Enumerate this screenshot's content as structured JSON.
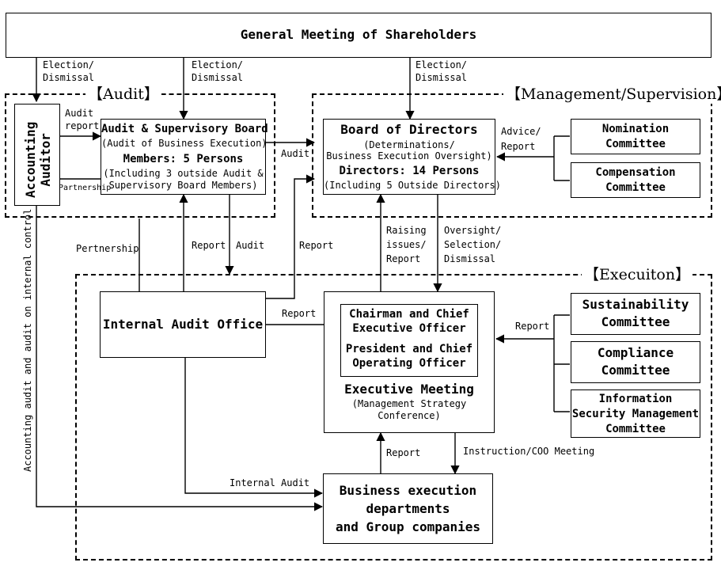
{
  "shareholders": "General Meeting of Shareholders",
  "sections": {
    "audit": "【Audit】",
    "management": "【Management/Supervision】",
    "execution": "【Execuiton】"
  },
  "accounting_auditor": {
    "line1": "Accounting",
    "line2": "Auditor"
  },
  "asb": {
    "title": "Audit & Supervisory Board",
    "sub": "(Audit of Business Execution)",
    "members": "Members: 5 Persons",
    "note1": "(Including 3 outside Audit &",
    "note2": "Supervisory Board Members)"
  },
  "bod": {
    "title": "Board of Directors",
    "sub1": "(Determinations/",
    "sub2": "Business Execution Oversight)",
    "directors": "Directors: 14 Persons",
    "note": "(Including 5 Outside Directors)"
  },
  "nomination": {
    "line1": "Nomination",
    "line2": "Committee"
  },
  "compensation": {
    "line1": "Compensation",
    "line2": "Committee"
  },
  "internal_audit_office": "Internal Audit Office",
  "executives": {
    "ceo1": "Chairman and Chief",
    "ceo2": "Executive Officer",
    "coo1": "President and Chief",
    "coo2": "Operating Officer"
  },
  "exec_meeting": {
    "title": "Executive Meeting",
    "sub1": "(Management Strategy",
    "sub2": "Conference)"
  },
  "sustainability": {
    "line1": "Sustainability",
    "line2": "Committee"
  },
  "compliance": {
    "line1": "Compliance",
    "line2": "Committee"
  },
  "infosec": {
    "line1": "Information",
    "line2": "Security Management",
    "line3": "Committee"
  },
  "business": {
    "line1": "Business execution",
    "line2": "departments",
    "line3": "and Group companies"
  },
  "labels": {
    "election1": "Election/",
    "dismissal": "Dismissal",
    "audit_report1": "Audit",
    "audit_report2": "report",
    "partnership_small": "Partnership",
    "audit": "Audit",
    "advice1": "Advice/",
    "advice2": "Report",
    "partnership": "Pertnership",
    "report": "Report",
    "raising1": "Raising",
    "raising2": "issues/",
    "raising3": "Report",
    "oversight1": "Oversight/",
    "oversight2": "Selection/",
    "oversight3": "Dismissal",
    "instruction": "Instruction/COO Meeting",
    "internal_audit": "Internal Audit",
    "accounting_audit_vertical": "Accounting audit and audit on internal control"
  }
}
